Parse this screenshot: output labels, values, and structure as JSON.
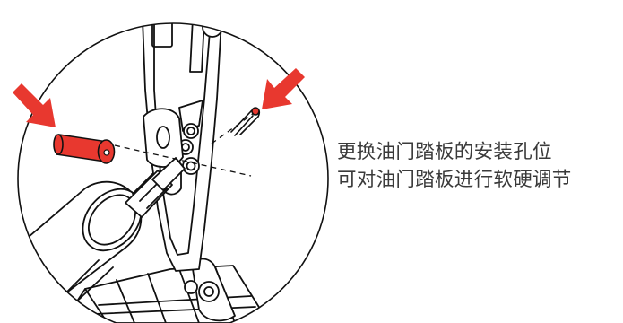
{
  "caption": {
    "line1": "更换油门踏板的安装孔位",
    "line2": "可对油门踏板进行软硬调节"
  },
  "illustration": {
    "depicts": [
      "pedal-arm",
      "red-pin",
      "retaining-clip",
      "pedal-mount",
      "pedal-base-frame"
    ],
    "arrow_color": "#e8382f",
    "pin_color": "#e8382f",
    "line_color": "#111111"
  }
}
